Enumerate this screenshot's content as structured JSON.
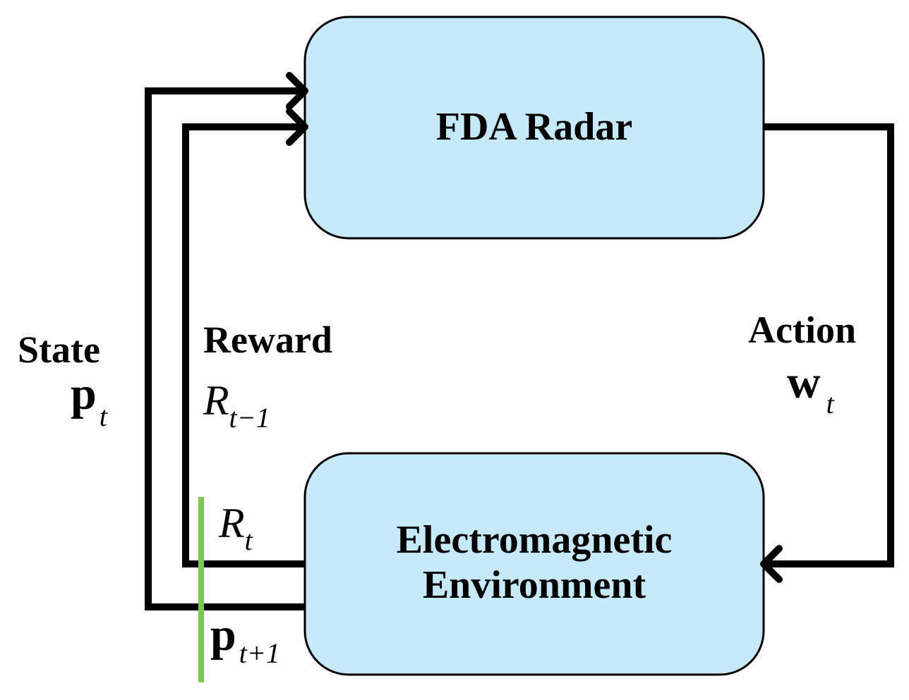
{
  "nodes": {
    "radar": {
      "label": "FDA Radar"
    },
    "environment": {
      "line1": "Electromagnetic",
      "line2": "Environment"
    }
  },
  "edges": {
    "state": {
      "label": "State",
      "symbol": "p",
      "subscript": "t"
    },
    "reward": {
      "label": "Reward",
      "symbol": "R",
      "subscript": "t−1"
    },
    "action": {
      "label": "Action",
      "symbol": "w",
      "subscript": "t"
    },
    "env_reward": {
      "symbol": "R",
      "subscript": "t"
    },
    "env_state": {
      "symbol": "p",
      "subscript": "t+1"
    }
  },
  "colors": {
    "box_fill": "#c6e9fa",
    "box_stroke": "#000000",
    "line": "#000000",
    "separator": "#77cc44"
  }
}
